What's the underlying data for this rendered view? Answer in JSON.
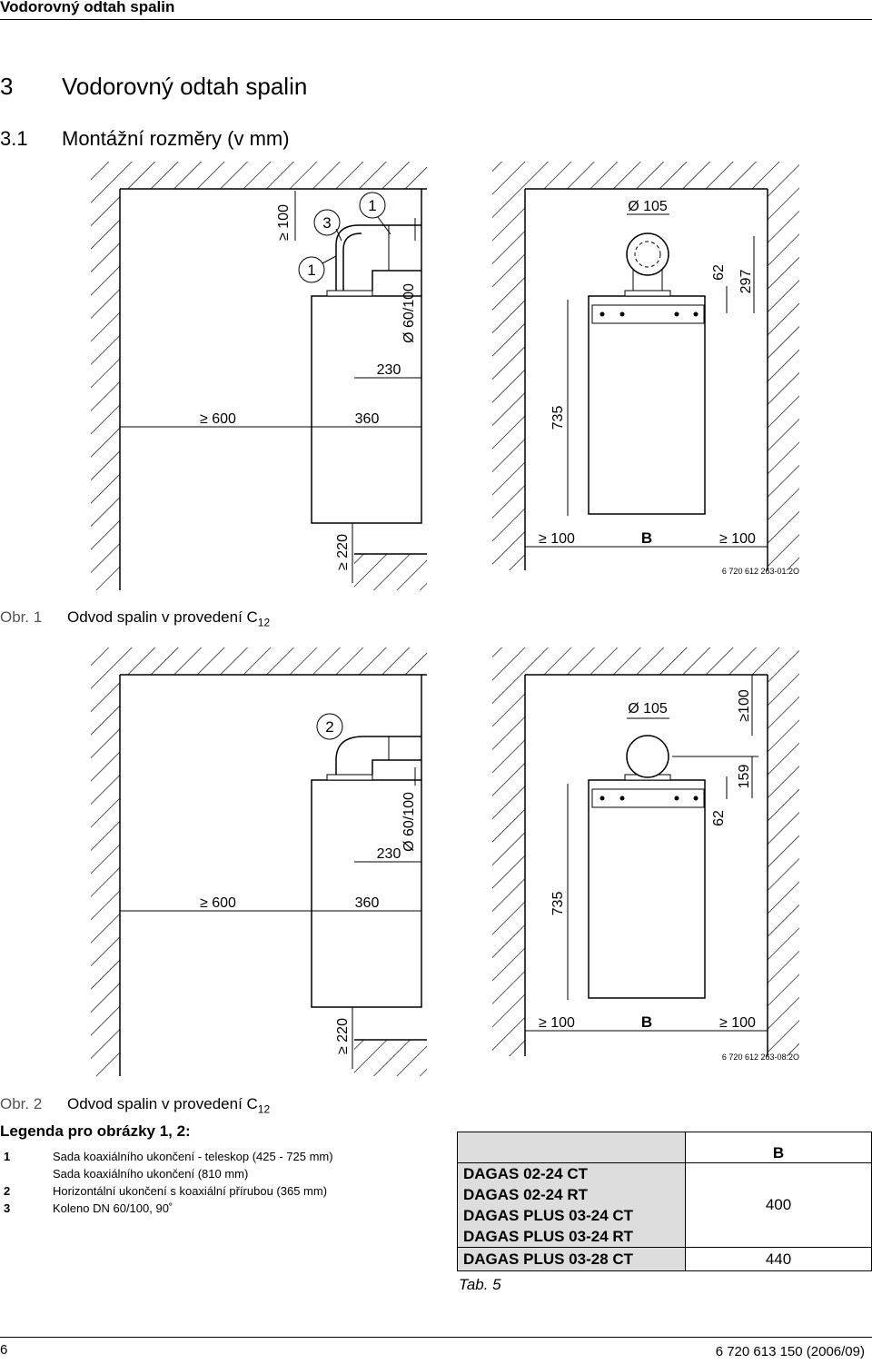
{
  "header": {
    "title": "Vodorovný odtah spalin"
  },
  "section": {
    "number": "3",
    "title": "Vodorovný odtah spalin"
  },
  "subsection": {
    "number": "3.1",
    "title": "Montážní rozměry (v mm)"
  },
  "figure1": {
    "labels": {
      "ge100_top": "≥ 100",
      "item3": "3",
      "item1a": "1",
      "item1b": "1",
      "pipe": "Ø 60/100",
      "dim230": "230",
      "ge600": "≥ 600",
      "dim360": "360",
      "ge220": "≥ 220",
      "dim735": "735",
      "ge100_left": "≥ 100",
      "B": "B",
      "ge100_right": "≥ 100",
      "dia105": "Ø 105",
      "dim62": "62",
      "dim297": "297"
    },
    "code": "6 720 612 263-01.2O",
    "caption": {
      "label": "Obr. 1",
      "text": "Odvod spalin v provedení C",
      "sub": "12"
    }
  },
  "figure2": {
    "labels": {
      "item2": "2",
      "pipe": "Ø 60/100",
      "dim230": "230",
      "ge600": "≥ 600",
      "dim360": "360",
      "ge220": "≥ 220",
      "dim735": "735",
      "ge100_left": "≥ 100",
      "B": "B",
      "ge100_right": "≥ 100",
      "dia105": "Ø 105",
      "ge100_top": "≥100",
      "dim159": "159",
      "dim62": "62"
    },
    "code": "6 720 612 263-08.2O",
    "caption": {
      "label": "Obr. 2",
      "text": "Odvod spalin v provedení C",
      "sub": "12"
    }
  },
  "legend": {
    "title": "Legenda pro obrázky 1, 2:",
    "items": [
      {
        "num": "1",
        "text": "Sada koaxiálního ukončení - teleskop (425 - 725 mm)"
      },
      {
        "num": "",
        "text": "Sada koaxiálního ukončení (810 mm)"
      },
      {
        "num": "2",
        "text": "Horizontální ukončení s koaxiální přírubou (365 mm)"
      },
      {
        "num": "3",
        "text": "Koleno DN 60/100, 90˚"
      }
    ]
  },
  "table": {
    "header": "B",
    "group1": {
      "models": [
        "DAGAS 02-24 CT",
        "DAGAS 02-24 RT",
        "DAGAS PLUS 03-24 CT",
        "DAGAS PLUS 03-24 RT"
      ],
      "value": "400"
    },
    "row2": {
      "model": "DAGAS PLUS 03-28 CT",
      "value": "440"
    },
    "caption": "Tab. 5"
  },
  "footer": {
    "page": "6",
    "doc": "6 720 613 150 (2006/09)"
  }
}
